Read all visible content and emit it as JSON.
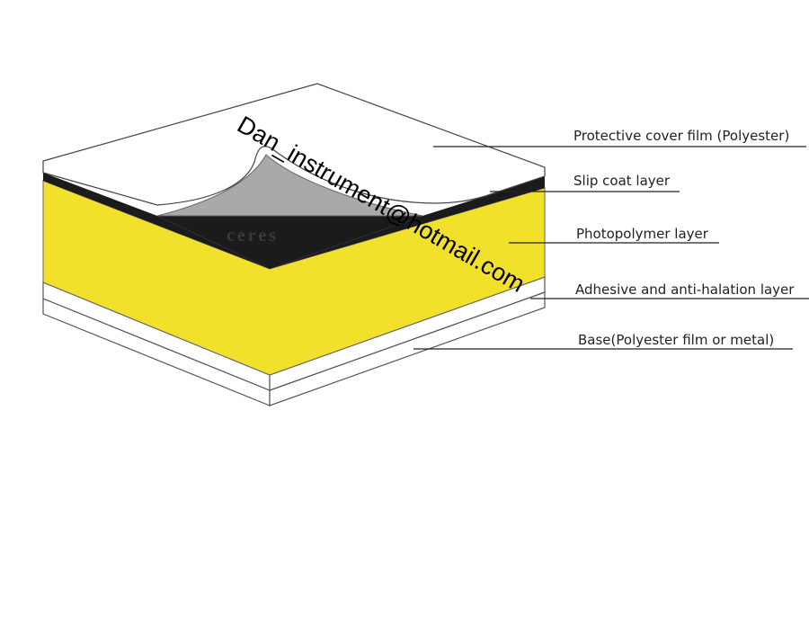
{
  "diagram": {
    "labels": {
      "protective_cover": "Protective cover film (Polyester)",
      "slip_coat": "Slip coat layer",
      "photopolymer": "Photopolymer layer",
      "adhesive": "Adhesive and anti-halation layer",
      "base": "Base(Polyester film or metal)"
    },
    "brand_mark": "ceres",
    "watermark": "Dan_instrument@hotmail.com",
    "colors": {
      "photopolymer": "#f2e12a",
      "slip_coat": "#1b1b1b",
      "cover_back": "#a9a9a9",
      "cover_film": "#ffffff",
      "edges": "#555555"
    }
  }
}
